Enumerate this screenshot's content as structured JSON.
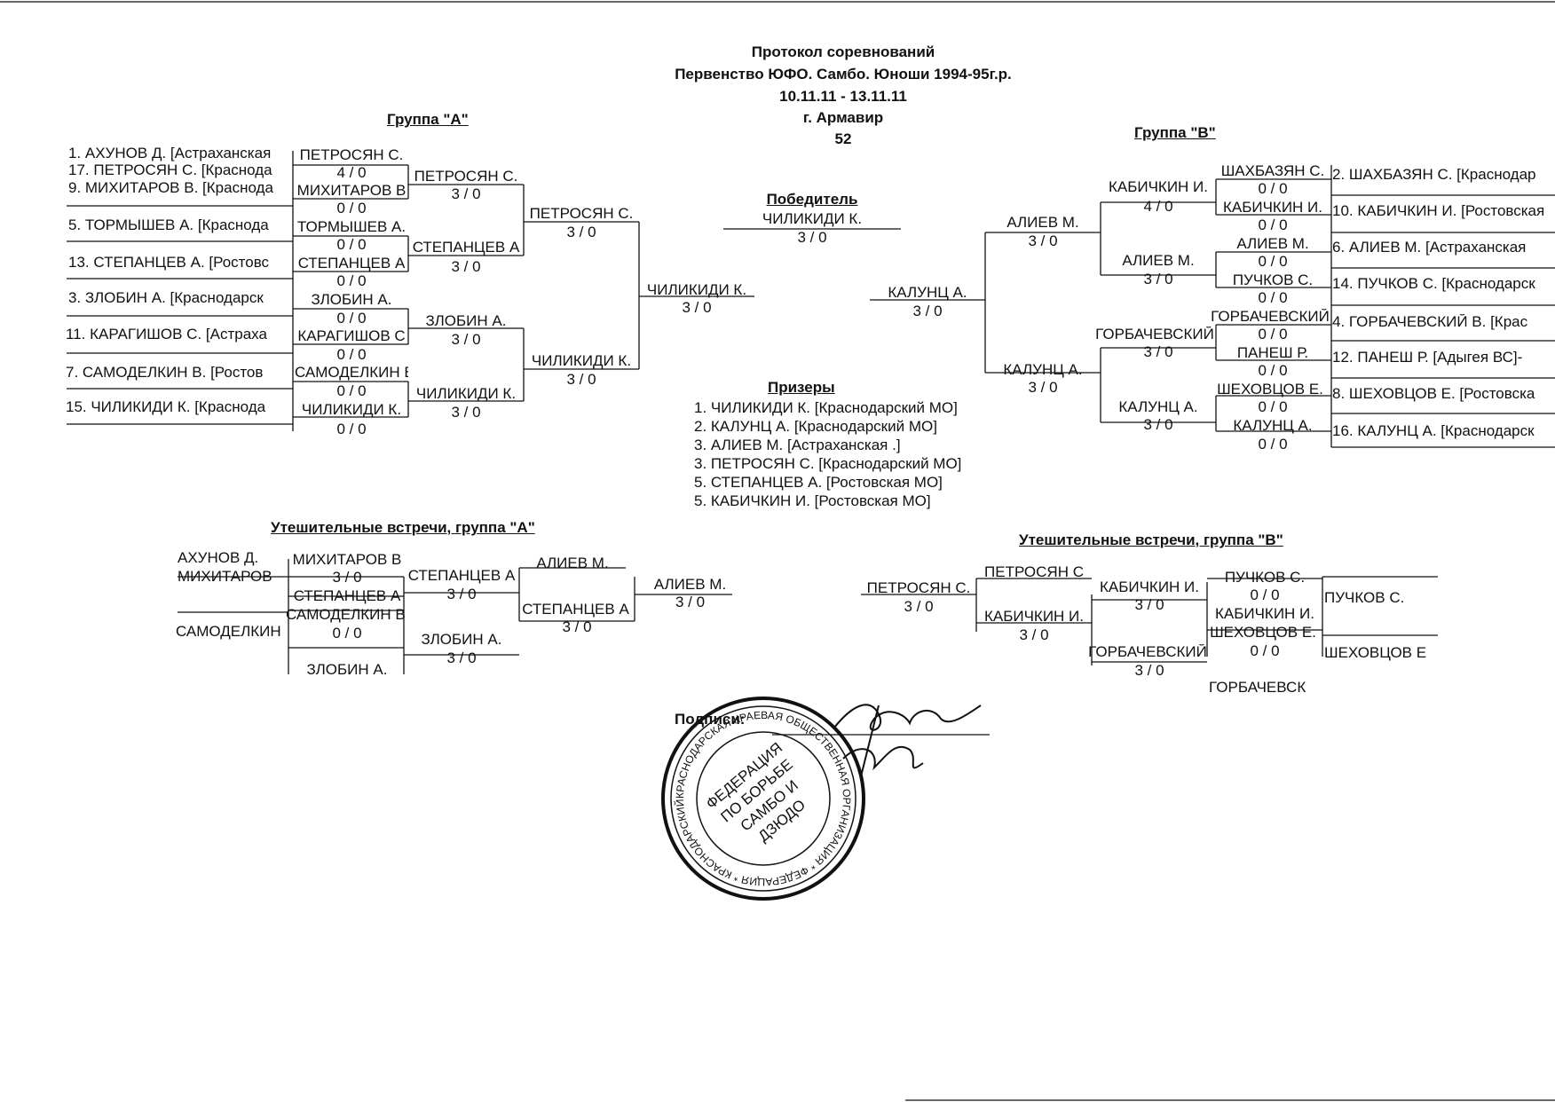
{
  "header": {
    "title": "Протокол соревнований",
    "event": "Первенство ЮФО. Самбо. Юноши 1994-95г.р.",
    "dates": "10.11.11 - 13.11.11",
    "city": "г. Армавир",
    "category": "52"
  },
  "group_a": {
    "title": "Группа \"А\"",
    "entries": [
      "1. АХУНОВ Д.  [Астраханская",
      "17. ПЕТРОСЯН С.  [Краснода",
      "9. МИХИТАРОВ В.  [Краснода",
      "5. ТОРМЫШЕВ А.  [Краснода",
      "13. СТЕПАНЦЕВ А.  [Ростовс",
      "3. ЗЛОБИН А.  [Краснодарск",
      "11. КАРАГИШОВ С.  [Астраха",
      "7. САМОДЕЛКИН В.  [Ростов",
      "15. ЧИЛИКИДИ К.  [Краснода"
    ],
    "r1": [
      {
        "name": "ПЕТРОСЯН С.",
        "score": "4  /  0"
      },
      {
        "name": "МИХИТАРОВ В",
        "score": "0  /  0"
      },
      {
        "name": "ТОРМЫШЕВ А.",
        "score": "0  /  0"
      },
      {
        "name": "СТЕПАНЦЕВ А",
        "score": "0  /  0"
      },
      {
        "name": "ЗЛОБИН А.",
        "score": "0  /  0"
      },
      {
        "name": "КАРАГИШОВ С",
        "score": "0  /  0"
      },
      {
        "name": "САМОДЕЛКИН В",
        "score": "0  /  0"
      },
      {
        "name": "ЧИЛИКИДИ К.",
        "score": "0  /  0"
      }
    ],
    "r2": [
      {
        "name": "ПЕТРОСЯН С.",
        "score": "3  /  0"
      },
      {
        "name": "СТЕПАНЦЕВ А",
        "score": "3  /  0"
      },
      {
        "name": "ЗЛОБИН А.",
        "score": "3  /  0"
      },
      {
        "name": "ЧИЛИКИДИ К.",
        "score": "3  /  0"
      }
    ],
    "r3": [
      {
        "name": "ПЕТРОСЯН С.",
        "score": "3  /  0"
      },
      {
        "name": "ЧИЛИКИДИ К.",
        "score": "3  /  0"
      }
    ],
    "final": {
      "name": "ЧИЛИКИДИ К.",
      "score": "3  /  0"
    }
  },
  "group_b": {
    "title": "Группа \"В\"",
    "entries": [
      "2. ШАХБАЗЯН С.  [Краснодар",
      "10. КАБИЧКИН И.  [Ростовская",
      "6. АЛИЕВ М.  [Астраханская",
      "14. ПУЧКОВ С.  [Краснодарск",
      "4. ГОРБАЧЕВСКИЙ В.  [Крас",
      "12. ПАНЕШ Р.  [Адыгея  ВС]-",
      "8. ШЕХОВЦОВ Е.  [Ростовска",
      "16. КАЛУНЦ А.  [Краснодарск"
    ],
    "r1": [
      {
        "name": "ШАХБАЗЯН С.",
        "score": "0  /  0"
      },
      {
        "name": "КАБИЧКИН И.",
        "score": "0  /  0"
      },
      {
        "name": "АЛИЕВ М.",
        "score": "0  /  0"
      },
      {
        "name": "ПУЧКОВ С.",
        "score": "0  /  0"
      },
      {
        "name": "ГОРБАЧЕВСКИЙ",
        "score": "0  /  0"
      },
      {
        "name": "ПАНЕШ Р.",
        "score": "0  /  0"
      },
      {
        "name": "ШЕХОВЦОВ Е.",
        "score": "0  /  0"
      },
      {
        "name": "КАЛУНЦ А.",
        "score": "0  /  0"
      }
    ],
    "r2": [
      {
        "name": "КАБИЧКИН И.",
        "score": "4  /  0"
      },
      {
        "name": "АЛИЕВ М.",
        "score": "3  /  0"
      },
      {
        "name": "ГОРБАЧЕВСКИЙ",
        "score": "3  /  0"
      },
      {
        "name": "КАЛУНЦ А.",
        "score": "3  /  0"
      }
    ],
    "r3": [
      {
        "name": "АЛИЕВ М.",
        "score": "3  /  0"
      },
      {
        "name": "КАЛУНЦ А.",
        "score": "3  /  0"
      }
    ],
    "final": {
      "name": "КАЛУНЦ А.",
      "score": "3  /  0"
    }
  },
  "winner": {
    "title": "Победитель",
    "name": "ЧИЛИКИДИ К.",
    "score": "3  /  0"
  },
  "prizes": {
    "title": "Призеры",
    "items": [
      "1. ЧИЛИКИДИ К.    [Краснодарский  МО]",
      "2. КАЛУНЦ А.    [Краснодарский  МО]",
      "3. АЛИЕВ М.    [Астраханская  .]",
      "3. ПЕТРОСЯН С.    [Краснодарский  МО]",
      "5. СТЕПАНЦЕВ А.    [Ростовская  МО]",
      "5. КАБИЧКИН И.    [Ростовская  МО]"
    ]
  },
  "repechage_a": {
    "title": "Утешительные встречи, группа \"А\"",
    "seed1": "АХУНОВ Д.",
    "seed2": "МИХИТАРОВ",
    "seed3": "САМОДЕЛКИН",
    "m1": {
      "name": "МИХИТАРОВ В",
      "score": "3  /  0"
    },
    "m1b": "СТЕПАНЦЕВ А",
    "m2": {
      "name": "САМОДЕЛКИН В",
      "score": "0  /  0"
    },
    "m2b": "ЗЛОБИН А.",
    "m3": {
      "name": "СТЕПАНЦЕВ А",
      "score": "3  /  0"
    },
    "m4": {
      "name": "ЗЛОБИН А.",
      "score": "3  /  0"
    },
    "m5top": "АЛИЕВ М.",
    "m5": {
      "name": "СТЕПАНЦЕВ А",
      "score": "3  /  0"
    },
    "m6": {
      "name": "АЛИЕВ М.",
      "score": "3  /  0"
    }
  },
  "repechage_b": {
    "title": "Утешительные встречи, группа \"В\"",
    "m1": {
      "name": "ПЕТРОСЯН С.",
      "score": "3  /  0"
    },
    "m2top": "ПЕТРОСЯН С",
    "m2": {
      "name": "КАБИЧКИН И.",
      "score": "3  /  0"
    },
    "m3": {
      "name": "КАБИЧКИН И.",
      "score": "3  /  0"
    },
    "m3b": {
      "name": "ГОРБАЧЕВСКИЙ",
      "score": "3  /  0"
    },
    "m4": {
      "name": "ПУЧКОВ С.",
      "score": "0  /  0"
    },
    "m4b": "КАБИЧКИН И.",
    "m5": {
      "name": "ШЕХОВЦОВ Е.",
      "score": "0  /  0"
    },
    "m5b": "ГОРБАЧЕВСК",
    "out1": "ПУЧКОВ С.",
    "out2": "ШЕХОВЦОВ Е"
  },
  "signatures": {
    "label": "Подписи:"
  },
  "stamp": {
    "center": [
      "ФЕДЕРАЦИЯ",
      "ПО БОРЬБЕ",
      "САМБО И",
      "ДЗЮДО"
    ],
    "ring": "КРАСНОДАРСКАЯ КРАЕВАЯ ОБЩЕСТВЕННАЯ ОРГАНИЗАЦИЯ * ФЕДЕРАЦИЯ * КРАСНОДАРСКИЙ КРАЙ г. АРМАВИР *"
  }
}
